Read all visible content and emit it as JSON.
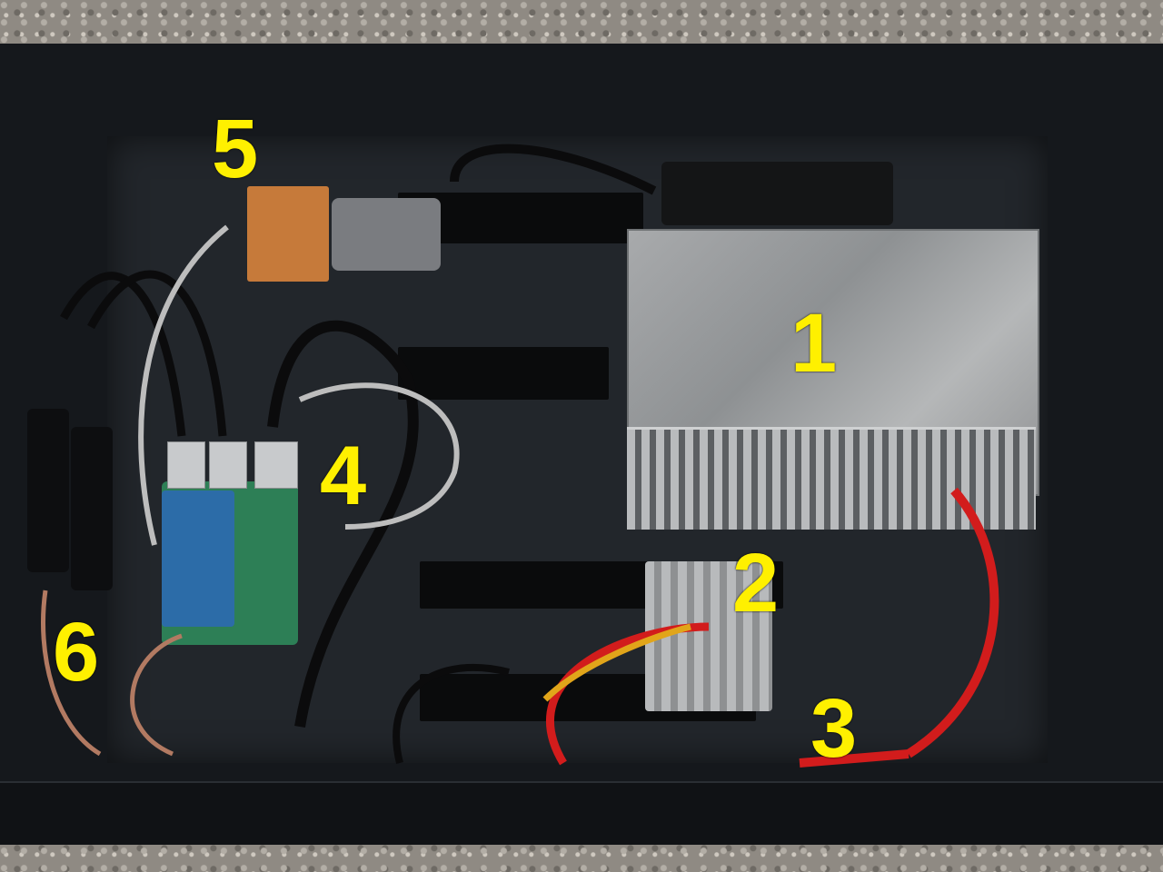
{
  "photo": {
    "labels": [
      {
        "id": "1",
        "text": "1"
      },
      {
        "id": "2",
        "text": "2"
      },
      {
        "id": "3",
        "text": "3"
      },
      {
        "id": "4",
        "text": "4"
      },
      {
        "id": "5",
        "text": "5"
      },
      {
        "id": "6",
        "text": "6"
      }
    ],
    "colors": {
      "label": "#fff000",
      "case": "#15181c",
      "radio": "#a0a2a4",
      "wire_red": "#d21c1c",
      "wire_black": "#0b0b0c"
    }
  }
}
